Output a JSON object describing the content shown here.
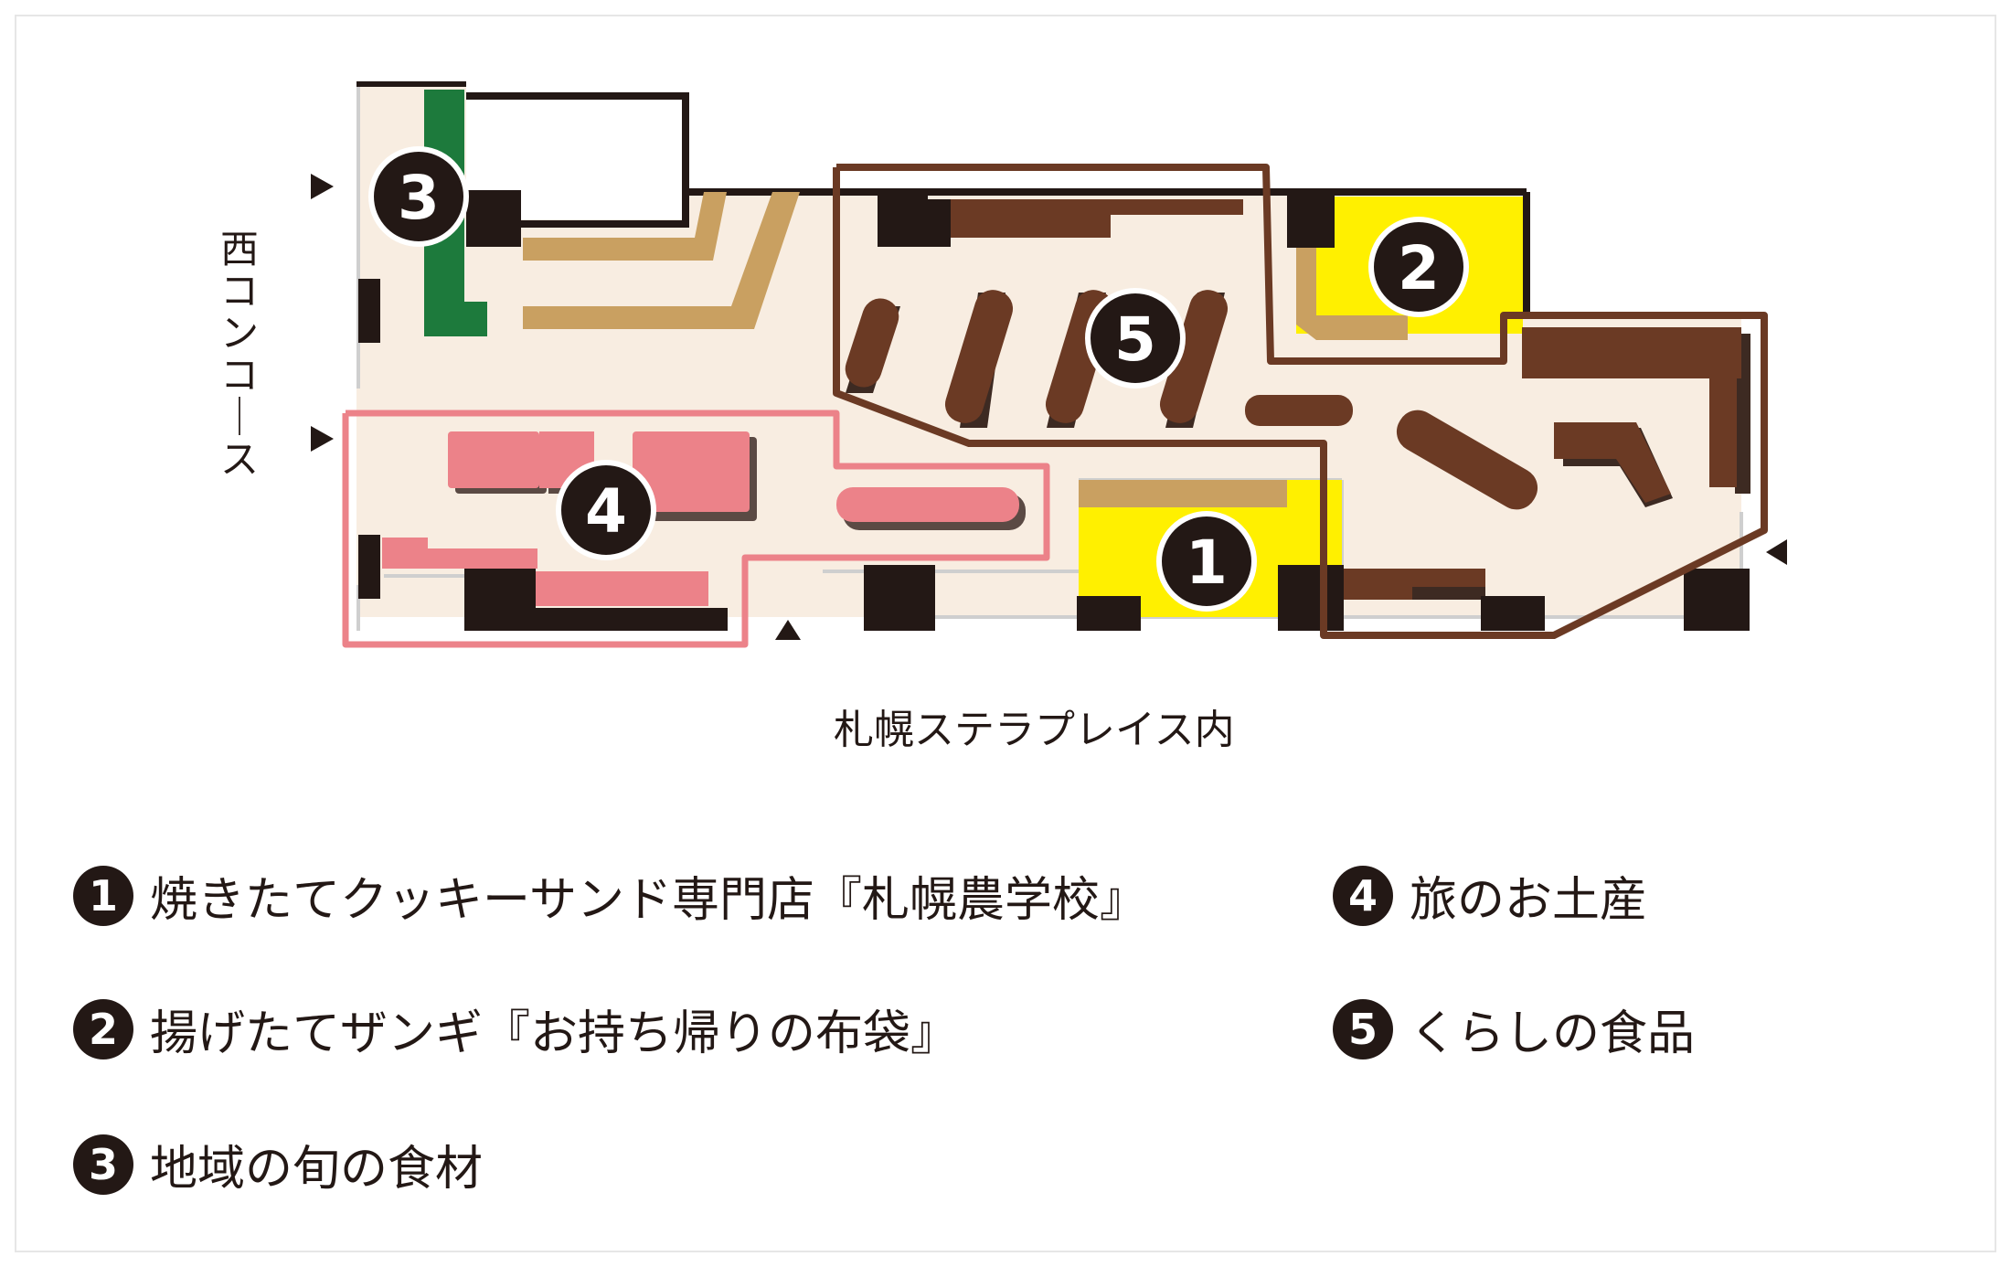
{
  "map": {
    "west_concourse_label": "西コンコース",
    "place_label": "札幌ステラプレイス内",
    "colors": {
      "floor": "#f8ede1",
      "pillar": "#231815",
      "zone1": "#fff000",
      "zone2": "#fff000",
      "zone3": "#1d7a3c",
      "zone4": "#ec8289",
      "zone5": "#6b3a24",
      "tan": "#c9a061"
    },
    "zones": [
      {
        "num": "1",
        "name": "焼きたてクッキーサンド専門店『札幌農学校』"
      },
      {
        "num": "2",
        "name": "揚げたてザンギ『お持ち帰りの布袋』"
      },
      {
        "num": "3",
        "name": "地域の旬の食材"
      },
      {
        "num": "4",
        "name": "旅のお土産"
      },
      {
        "num": "5",
        "name": "くらしの食品"
      }
    ]
  }
}
